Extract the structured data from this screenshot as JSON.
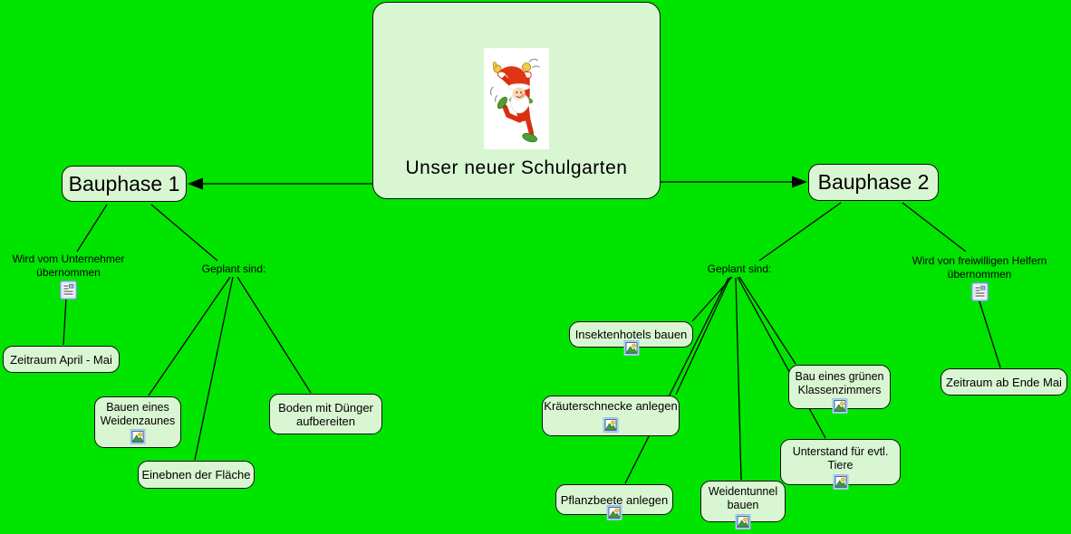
{
  "colors": {
    "background": "#00e400",
    "node_fill": "#d9f6d2",
    "node_border": "#101010",
    "line_color": "#000000",
    "icon_frame_blue": "#6f9bd6",
    "icon_sun_yellow": "#f5c83a",
    "icon_mountain_green": "#3f9b36"
  },
  "root_node": {
    "title": "Unser neuer Schulgarten",
    "image": "dancing-gnome"
  },
  "bauphase1": {
    "title": "Bauphase 1",
    "assignee": {
      "line1": "Wird vom Unternehmer",
      "line2": "übernommen",
      "icon": "note-icon"
    },
    "planned_label": "Geplant sind:",
    "timeframe": {
      "label": "Zeitraum April - Mai"
    },
    "tasks": [
      {
        "line1": "Bauen eines",
        "line2": "Weidenzaunes",
        "icon": "picture-icon"
      },
      {
        "line1": "Einebnen der Fläche"
      },
      {
        "line1": "Boden mit Dünger",
        "line2": "aufbereiten"
      }
    ]
  },
  "bauphase2": {
    "title": "Bauphase 2",
    "planned_label": "Geplant sind:",
    "assignee": {
      "line1": "Wird von freiwilligen Helfern",
      "line2": "übernommen",
      "icon": "note-icon"
    },
    "timeframe": {
      "label": "Zeitraum ab Ende Mai"
    },
    "tasks": [
      {
        "line1": "Insektenhotels bauen",
        "icon": "picture-icon"
      },
      {
        "line1": "Kräuterschnecke anlegen",
        "icon": "picture-icon"
      },
      {
        "line1": "Pflanzbeete anlegen",
        "icon": "picture-icon"
      },
      {
        "line1": "Weidentunnel",
        "line2": "bauen",
        "icon": "picture-icon"
      },
      {
        "line1": "Unterstand für evtl.",
        "line2": "Tiere",
        "icon": "picture-icon"
      },
      {
        "line1": "Bau eines grünen",
        "line2": "Klassenzimmers",
        "icon": "picture-icon"
      }
    ]
  }
}
